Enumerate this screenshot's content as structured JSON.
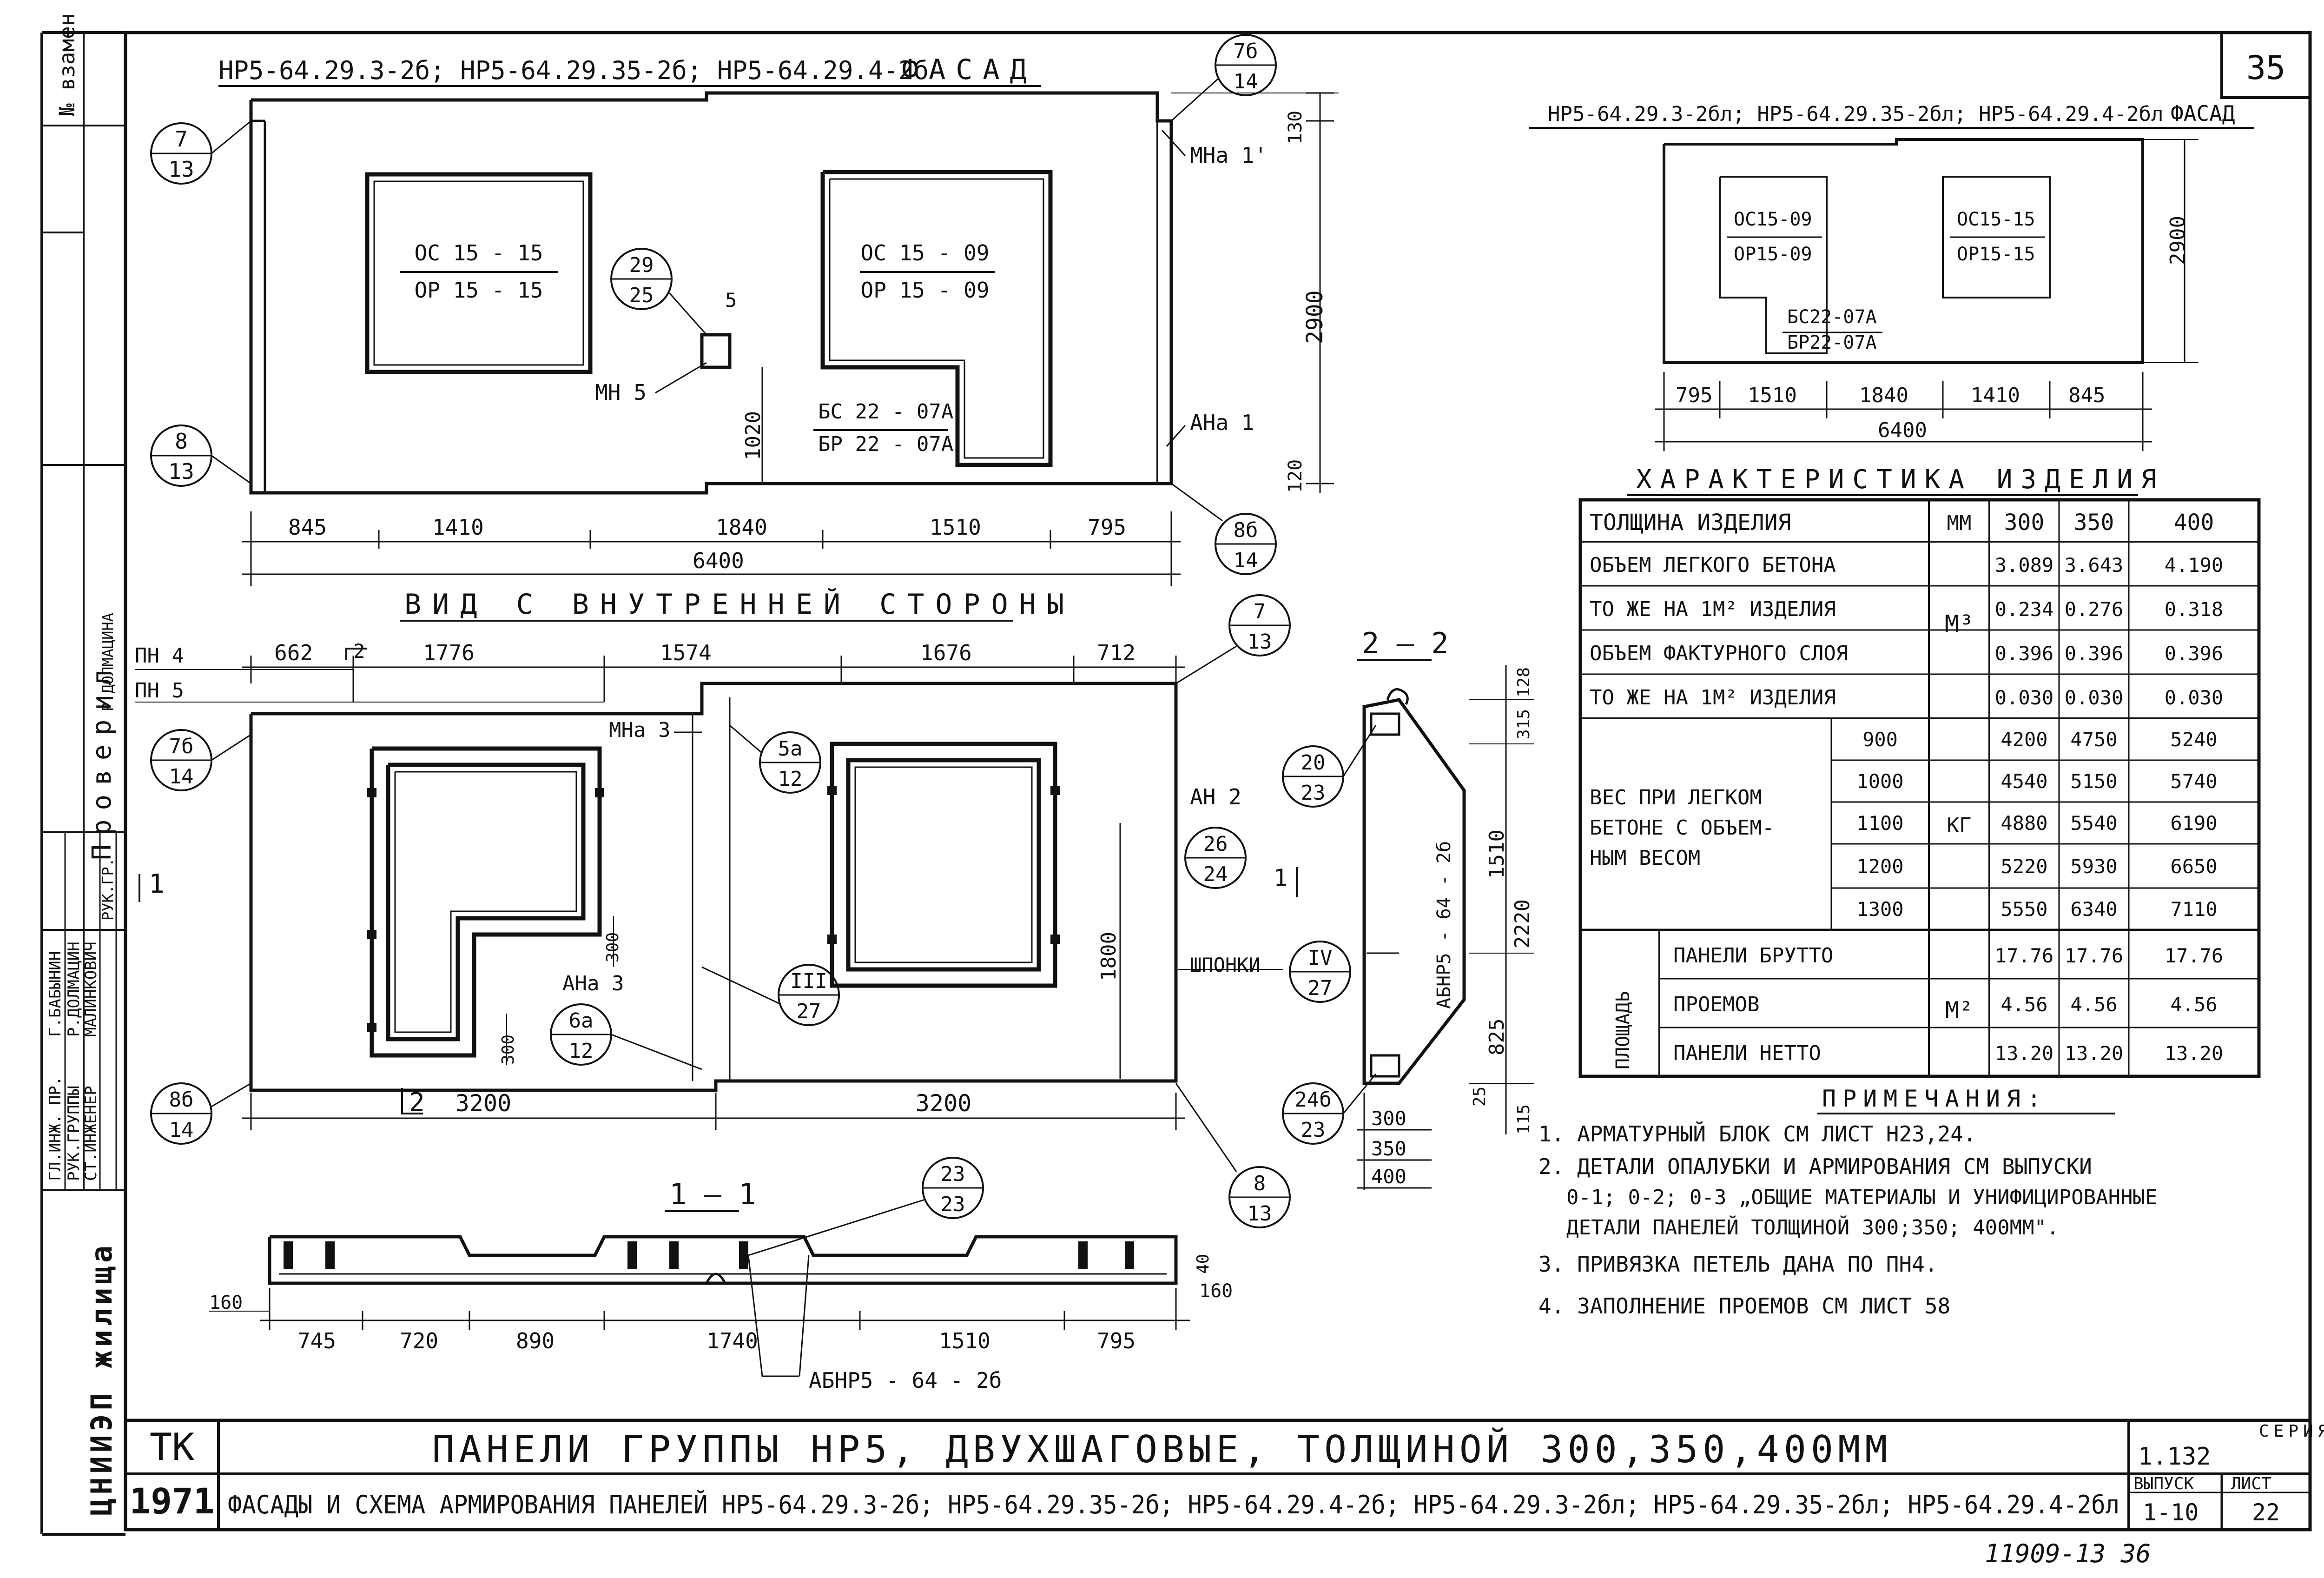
{
  "sheet": {
    "number": "35",
    "page_footer": "11909-13 36"
  },
  "left_strip": {
    "labels": [
      "№ взамен",
      "Проверил",
      "ЦНИИЭП жилища"
    ],
    "signatures": [
      {
        "role": "ГЛ.ИНЖ. ПР.",
        "name": "Г.БАБЫНИН"
      },
      {
        "role": "РУК.ГРУППЫ",
        "name": "Р.ДОЛМАЦИН"
      },
      {
        "role": "СТ.ИНЖЕНЕР",
        "name": "МАЛИНКОВИЧ"
      },
      {
        "role": "РУК.ГР.",
        "name": "Р.ДОЛМАЦИНА"
      }
    ]
  },
  "facade_main": {
    "title": "НР5-64.29.3-2б; НР5-64.29.35-2б; НР5-64.29.4-2б",
    "title_suffix": "ФАСАД",
    "window_left": {
      "top": "ОС 15 - 15",
      "bottom": "ОР 15 - 15"
    },
    "window_right": {
      "top": "ОС 15 - 09",
      "bottom": "ОР 15 - 09"
    },
    "door": {
      "top": "БС 22 - 07А",
      "bottom": "БР 22 - 07А"
    },
    "labels": {
      "mn5": "МН 5",
      "mna1": "МНа 1'",
      "ana1": "АНа 1",
      "five": "5"
    },
    "dims_h": [
      "845",
      "1410",
      "1840",
      "1510",
      "795"
    ],
    "dim_total": "6400",
    "dims_v": {
      "top": "130",
      "height": "2900",
      "mid": "1020",
      "bottom": "120"
    },
    "callouts": [
      {
        "top": "7",
        "bottom": "13"
      },
      {
        "top": "7б",
        "bottom": "14"
      },
      {
        "top": "29",
        "bottom": "25"
      },
      {
        "top": "8",
        "bottom": "13"
      },
      {
        "top": "8б",
        "bottom": "14"
      }
    ]
  },
  "facade_alt": {
    "title": "НР5-64.29.3-2бл; НР5-64.29.35-2бл; НР5-64.29.4-2бл",
    "title_suffix": "ФАСАД",
    "window_left": {
      "top": "ОС15-09",
      "bottom": "ОР15-09"
    },
    "window_right": {
      "top": "ОС15-15",
      "bottom": "ОР15-15"
    },
    "door": {
      "top": "БС22-07А",
      "bottom": "БР22-07А"
    },
    "dims_h": [
      "795",
      "1510",
      "1840",
      "1410",
      "845"
    ],
    "dim_total": "6400",
    "height": "2900"
  },
  "inner_view": {
    "title": "ВИД С ВНУТРЕННЕЙ СТОРОНЫ",
    "top_dims": [
      "662",
      "1776",
      "1574",
      "1676",
      "712"
    ],
    "bottom_dims": [
      "3200",
      "3200"
    ],
    "labels": {
      "pn4": "ПН 4",
      "pn5": "ПН 5",
      "mna3": "МНа 3",
      "an2": "АН 2",
      "ana3": "АНа 3",
      "shponki": "ШПОНКИ",
      "d1800": "1800",
      "d300a": "300",
      "d300b": "300",
      "sec1": "1",
      "sec2": "2",
      "sec2b": "2",
      "sec1b": "1"
    },
    "callouts": [
      {
        "top": "7",
        "bottom": "13"
      },
      {
        "top": "7б",
        "bottom": "14"
      },
      {
        "top": "5а",
        "bottom": "12"
      },
      {
        "top": "26",
        "bottom": "24"
      },
      {
        "top": "IV",
        "bottom": "27"
      },
      {
        "top": "III",
        "bottom": "27"
      },
      {
        "top": "6а",
        "bottom": "12"
      },
      {
        "top": "8б",
        "bottom": "14"
      },
      {
        "top": "8",
        "bottom": "13"
      }
    ]
  },
  "section_22": {
    "title": "2 — 2",
    "label": "АБНР5 - 64 - 2б",
    "dims": [
      "128",
      "315",
      "1510",
      "2220",
      "825",
      "25",
      "115"
    ],
    "thickness": [
      "300",
      "350",
      "400"
    ],
    "callouts": [
      {
        "top": "20",
        "bottom": "23"
      },
      {
        "top": "24б",
        "bottom": "23"
      }
    ]
  },
  "section_11": {
    "title": "1 — 1",
    "dims": [
      "745",
      "720",
      "890",
      "1740",
      "1510",
      "795"
    ],
    "left": "160",
    "right": [
      "40",
      "160"
    ],
    "label": "АБНР5 - 64 - 2б",
    "callout": {
      "top": "23",
      "bottom": "23"
    }
  },
  "characteristics": {
    "title": "ХАРАКТЕРИСТИКА ИЗДЕЛИЯ",
    "head": {
      "name": "ТОЛЩИНА ИЗДЕЛИЯ",
      "unit": "ММ",
      "cols": [
        "300",
        "350",
        "400"
      ]
    },
    "volume": {
      "unit": "М³",
      "rows": [
        {
          "name": "ОБЪЕМ ЛЕГКОГО БЕТОНА",
          "v": [
            "3.089",
            "3.643",
            "4.190"
          ]
        },
        {
          "name": "ТО ЖЕ НА 1М² ИЗДЕЛИЯ",
          "v": [
            "0.234",
            "0.276",
            "0.318"
          ]
        },
        {
          "name": "ОБЪЕМ ФАКТУРНОГО СЛОЯ",
          "v": [
            "0.396",
            "0.396",
            "0.396"
          ]
        },
        {
          "name": "ТО ЖЕ НА 1М² ИЗДЕЛИЯ",
          "v": [
            "0.030",
            "0.030",
            "0.030"
          ]
        }
      ]
    },
    "weight": {
      "name_lines": [
        "ВЕС ПРИ ЛЕГКОМ",
        "БЕТОНЕ С ОБЪЕМ-",
        "НЫМ ВЕСОМ"
      ],
      "unit": "КГ",
      "rows": [
        {
          "sub": "900",
          "v": [
            "4200",
            "4750",
            "5240"
          ]
        },
        {
          "sub": "1000",
          "v": [
            "4540",
            "5150",
            "5740"
          ]
        },
        {
          "sub": "1100",
          "v": [
            "4880",
            "5540",
            "6190"
          ]
        },
        {
          "sub": "1200",
          "v": [
            "5220",
            "5930",
            "6650"
          ]
        },
        {
          "sub": "1300",
          "v": [
            "5550",
            "6340",
            "7110"
          ]
        }
      ]
    },
    "area": {
      "label": "ПЛОЩАДЬ",
      "unit": "М²",
      "rows": [
        {
          "name": "ПАНЕЛИ БРУТТО",
          "v": [
            "17.76",
            "17.76",
            "17.76"
          ]
        },
        {
          "name": "ПРОЕМОВ",
          "v": [
            "4.56",
            "4.56",
            "4.56"
          ]
        },
        {
          "name": "ПАНЕЛИ НЕТТО",
          "v": [
            "13.20",
            "13.20",
            "13.20"
          ]
        }
      ]
    }
  },
  "notes": {
    "title": "ПРИМЕЧАНИЯ:",
    "lines": [
      "1. АРМАТУРНЫЙ БЛОК СМ ЛИСТ Н23,24.",
      "2. ДЕТАЛИ ОПАЛУБКИ И АРМИРОВАНИЯ СМ ВЫПУСКИ",
      "0-1; 0-2; 0-3 „ОБЩИЕ МАТЕРИАЛЫ И УНИФИЦИРОВАННЫЕ",
      "ДЕТАЛИ ПАНЕЛЕЙ ТОЛЩИНОЙ 300;350; 400ММ\".",
      "3. ПРИВЯЗКА ПЕТЕЛЬ ДАНА ПО ПН4.",
      "4. ЗАПОЛНЕНИЕ ПРОЕМОВ СМ ЛИСТ 58"
    ]
  },
  "title_block": {
    "code": "ТК",
    "year": "1971",
    "title": "ПАНЕЛИ ГРУППЫ НР5, ДВУХШАГОВЫЕ, ТОЛЩИНОЙ 300,350,400ММ",
    "subtitle": "ФАСАДЫ И СХЕМА АРМИРОВАНИЯ ПАНЕЛЕЙ НР5-64.29.3-2б; НР5-64.29.35-2б; НР5-64.29.4-2б; НР5-64.29.3-2бл; НР5-64.29.35-2бл; НР5-64.29.4-2бл",
    "series_label": "СЕРИЯ",
    "series": "1.132",
    "issue_label": "ВЫПУСК",
    "issue": "1-10",
    "sheet_label": "ЛИСТ",
    "sheet": "22"
  }
}
